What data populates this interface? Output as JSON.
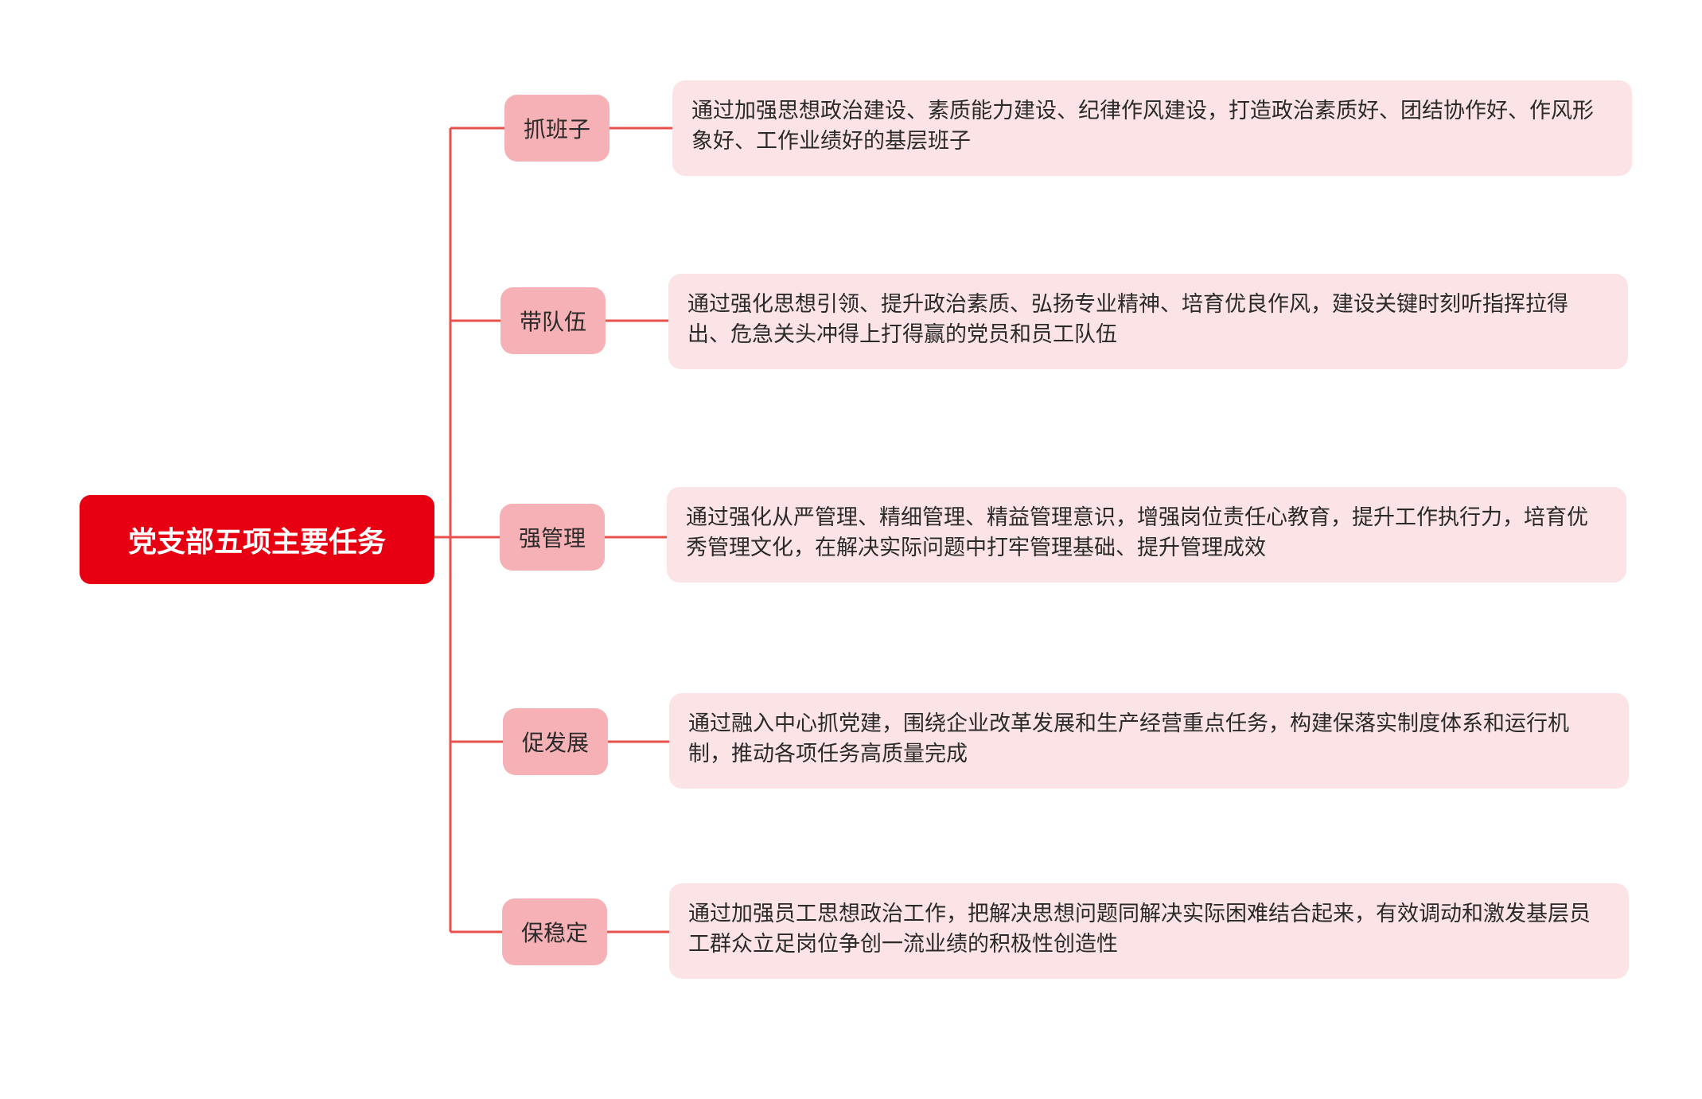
{
  "colors": {
    "root_fill": "#e60012",
    "branch_fill": "#f5b1b6",
    "desc_fill": "#fce4e6",
    "connector": "#e8514b"
  },
  "root": {
    "title": "党支部五项主要任务"
  },
  "branches": [
    {
      "label": "抓班子",
      "text": "通过加强思想政治建设、素质能力建设、纪律作风建设，打造政治素质好、团结协作好、作风形象好、工作业绩好的基层班子"
    },
    {
      "label": "带队伍",
      "text": "通过强化思想引领、提升政治素质、弘扬专业精神、培育优良作风，建设关键时刻听指挥拉得出、危急关头冲得上打得赢的党员和员工队伍"
    },
    {
      "label": "强管理",
      "text": "通过强化从严管理、精细管理、精益管理意识，增强岗位责任心教育，提升工作执行力，培育优秀管理文化，在解决实际问题中打牢管理基础、提升管理成效"
    },
    {
      "label": "促发展",
      "text": "通过融入中心抓党建，围绕企业改革发展和生产经营重点任务，构建保落实制度体系和运行机制，推动各项任务高质量完成"
    },
    {
      "label": "保稳定",
      "text": "通过加强员工思想政治工作，把解决思想问题同解决实际困难结合起来，有效调动和激发基层员工群众立足岗位争创一流业绩的积极性创造性"
    }
  ]
}
